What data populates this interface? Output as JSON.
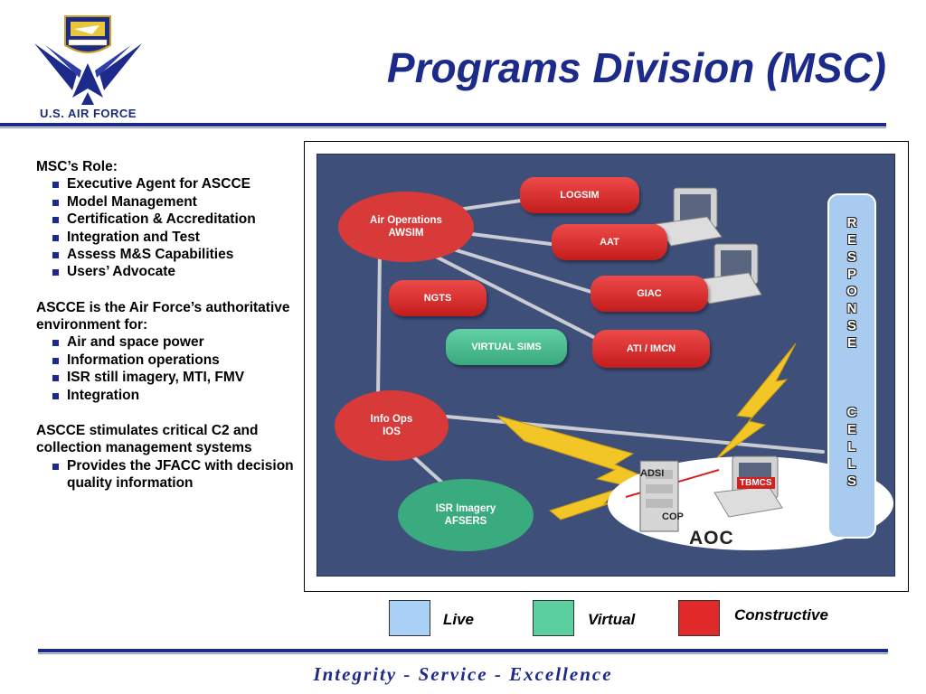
{
  "brand": {
    "logo_text": "U.S. AIR FORCE",
    "primary_color": "#1c2a8a"
  },
  "title": "Programs Division (MSC)",
  "left": {
    "role_heading": "MSC’s Role:",
    "role_items": [
      "Executive Agent for ASCCE",
      "Model Management",
      "Certification & Accreditation",
      "Integration and Test",
      "Assess M&S Capabilities",
      "Users’ Advocate"
    ],
    "env_heading": "ASCCE is the Air Force’s authoritative environment for:",
    "env_items": [
      "Air and space power",
      "Information operations",
      "ISR still imagery, MTI, FMV",
      "Integration"
    ],
    "stim_heading": "ASCCE stimulates critical C2 and collection management systems",
    "stim_items": [
      "Provides the JFACC with decision quality information"
    ]
  },
  "diagram": {
    "nodes": {
      "logsim": "LOGSIM",
      "aat": "AAT",
      "giac": "GIAC",
      "ngts": "NGTS",
      "virtual_sims": "VIRTUAL SIMS",
      "ati_imcn": "ATI / IMCN",
      "air_ops_line1": "Air Operations",
      "air_ops_line2": "AWSIM",
      "info_ops_line1": "Info Ops",
      "info_ops_line2": "IOS",
      "isr_line1": "ISR Imagery",
      "isr_line2": "AFSERS",
      "adsi": "ADSI",
      "cop": "COP",
      "tbmcs": "TBMCS",
      "aoc": "AOC"
    },
    "response_cells": [
      "R",
      "E",
      "S",
      "P",
      "O",
      "N",
      "S",
      "E",
      "",
      "C",
      "E",
      "L",
      "L",
      "S"
    ]
  },
  "legend": [
    {
      "label": "Live",
      "color": "#a9d0f5"
    },
    {
      "label": "Virtual",
      "color": "#5ccf9f"
    },
    {
      "label": "Constructive",
      "color": "#e02a2a"
    }
  ],
  "footer": "Integrity - Service - Excellence"
}
